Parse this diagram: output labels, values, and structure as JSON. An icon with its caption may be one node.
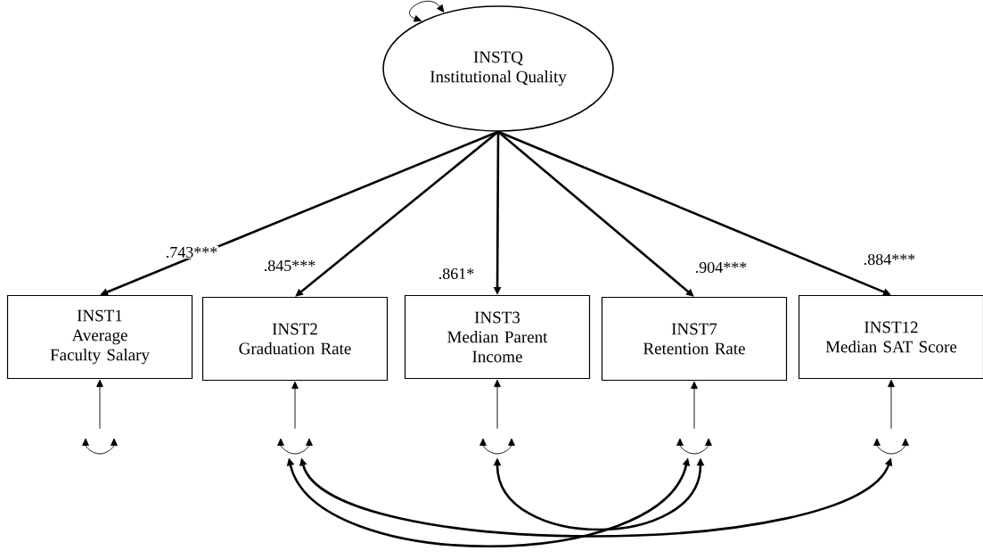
{
  "diagram": {
    "nodes": [
      {
        "text": [
          "INSTQ",
          "Institutional Quality"
        ]
      },
      {
        "text": [
          "INST1",
          "Average Faculty Salary"
        ]
      },
      {
        "text": [
          "INST2",
          "Graduation Rate"
        ]
      },
      {
        "text": [
          "INST3",
          "Median Parent Income"
        ]
      },
      {
        "text": [
          "INST7",
          "Retention Rate"
        ]
      },
      {
        "text": [
          "INST12",
          "Median SAT Score"
        ]
      },
      {
        "text": [],
        "shape": "arc"
      },
      {
        "text": [],
        "shape": "arc"
      },
      {
        "text": [],
        "shape": "arc"
      },
      {
        "text": [],
        "shape": "arc"
      },
      {
        "text": [],
        "shape": "arc"
      }
    ],
    "edges": [
      {
        "from": 0,
        "to": 1,
        "arrow": "to",
        "label": ".743***"
      },
      {
        "from": 0,
        "to": 2,
        "arrow": "to",
        "label": ".845***"
      },
      {
        "from": 0,
        "to": 3,
        "arrow": "to",
        "label": ".861*"
      },
      {
        "from": 0,
        "to": 4,
        "arrow": "to",
        "label": ".904***"
      },
      {
        "from": 0,
        "to": 5,
        "arrow": "to",
        "label": ".884***"
      },
      {
        "from": 6,
        "to": 1,
        "arrow": "to"
      },
      {
        "from": 7,
        "to": 2,
        "arrow": "to"
      },
      {
        "from": 8,
        "to": 3,
        "arrow": "to"
      },
      {
        "from": 9,
        "to": 4,
        "arrow": "to"
      },
      {
        "from": 10,
        "to": 5,
        "arrow": "to"
      },
      {
        "from": 7,
        "to": 9,
        "arrow": "both"
      },
      {
        "from": 7,
        "to": 10,
        "arrow": "both"
      },
      {
        "from": 8,
        "to": 9,
        "arrow": "both"
      },
      {
        "from": 0,
        "to": 0,
        "arrow": "both"
      }
    ]
  }
}
